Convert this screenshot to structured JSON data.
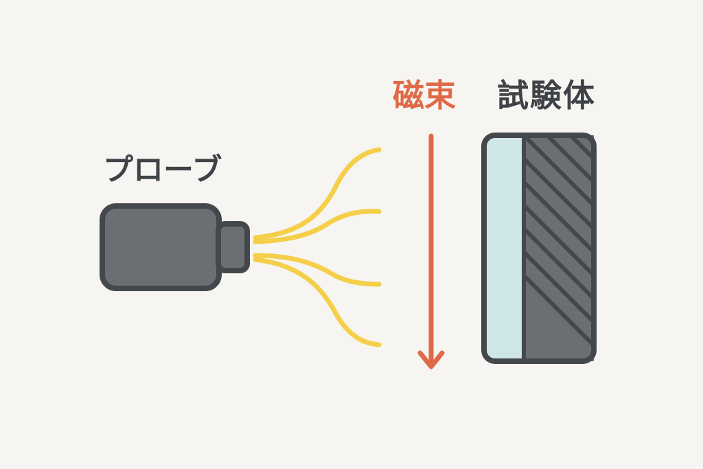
{
  "labels": {
    "probe": "プローブ",
    "flux": "磁束",
    "specimen": "試験体"
  },
  "colors": {
    "background": "#f7f5f1",
    "probe_body": "#6b6e72",
    "outline": "#44484c",
    "field_lines": "#f5cf4a",
    "flux_arrow": "#e06a47",
    "specimen_surface": "#cfe6e7",
    "specimen_hatch": "#6b6e72",
    "text_dark": "#3f4347",
    "text_accent": "#e06a47"
  },
  "icons": {
    "probe": "probe-icon",
    "flux_arrow": "down-arrow-icon",
    "specimen": "specimen-block-icon"
  }
}
